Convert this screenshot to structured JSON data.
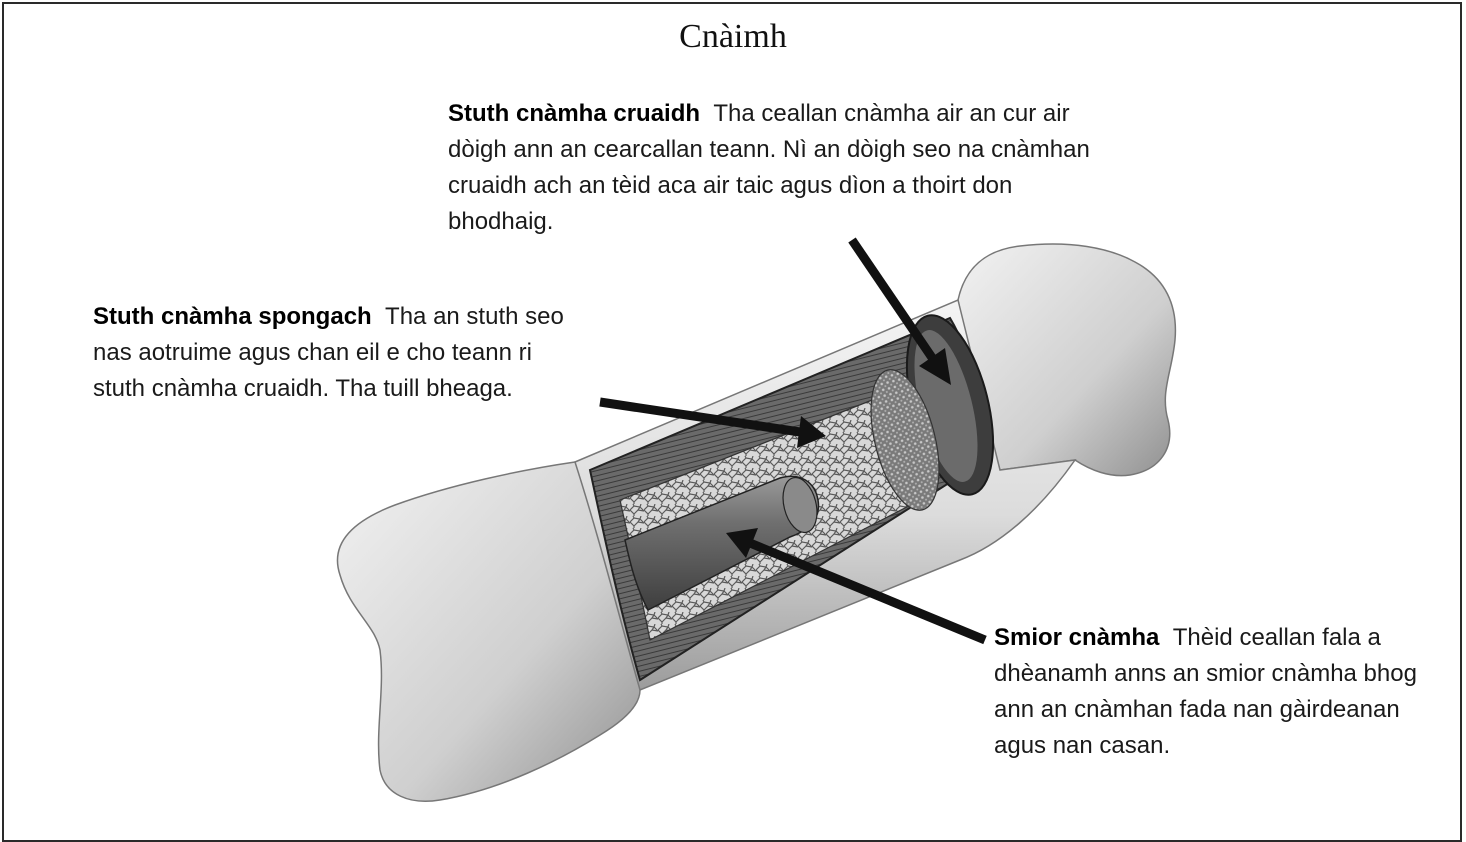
{
  "title": "Cnàimh",
  "labels": {
    "compact": {
      "term": "Stuth cnàmha cruaidh",
      "text": "Tha ceallan cnàmha air an cur air dòigh ann an cearcallan teann. Nì an dòigh seo na cnàmhan cruaidh ach an tèid aca air taic agus dìon a thoirt don bhodhaig."
    },
    "spongy": {
      "term": "Stuth cnàmha spongach",
      "text": "Tha an stuth seo nas aotruime agus chan eil e cho teann ri stuth cnàmha cruaidh. Tha tuill bheaga."
    },
    "marrow": {
      "term": "Smior cnàmha",
      "text": "Thèid ceallan fala a dhèanamh anns an smior cnàmha bhog ann an cnàmhan fada nan gàirdeanan agus nan casan."
    }
  },
  "colors": {
    "bone": "#e9e9e9",
    "bone_shadow": "#a6a6a6",
    "compact_layer": "#5a5a5a",
    "spongy": "#8e8e8e",
    "marrow": "#6b6b6b",
    "arrow": "#111111"
  }
}
